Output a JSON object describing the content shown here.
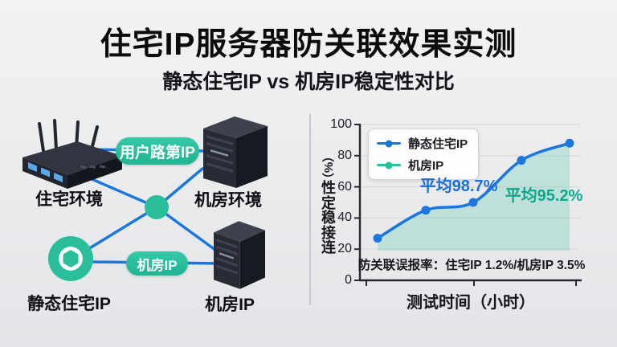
{
  "header": {
    "title": "住宅IP服务器防关联效果实测",
    "subtitle": "静态住宅IP vs 机房IP稳定性对比"
  },
  "diagram": {
    "labels": {
      "residential_env": "住宅环境",
      "datacenter_env": "机房环境",
      "static_residential_ip": "静态住宅IP",
      "datacenter_ip": "机房IP"
    },
    "pills": {
      "user_router_ip": "用户路第IP",
      "datacenter_ip": "机房IP"
    },
    "colors": {
      "link_blue": "#1b77dd",
      "node_green": "#2abf9b"
    }
  },
  "chart_data": {
    "type": "line",
    "xlabel": "测试时间（小时）",
    "ylabel": "连接稳定性（%）",
    "ylabel_display": {
      "unit": "（%）",
      "chars": [
        "性",
        "定",
        "稳",
        "接",
        "连"
      ]
    },
    "ylim": [
      0,
      100
    ],
    "yticks": [
      0,
      20,
      40,
      60,
      80,
      100
    ],
    "grid": true,
    "legend_position": "top-left",
    "series": [
      {
        "name": "静态住宅IP",
        "style": "line+markers",
        "color": "#1b77dd",
        "values": [
          27,
          45,
          50,
          77,
          88
        ]
      },
      {
        "name": "机房IP",
        "style": "area",
        "color": "#2abf9b",
        "values": [
          27,
          45,
          50,
          77,
          88
        ]
      }
    ],
    "annotations": [
      {
        "text": "平均98.7%",
        "color": "#1a6fd9"
      },
      {
        "text": "平均95.2%",
        "color": "#0ca88a"
      }
    ],
    "note": "防关联误报率：住宅IP 1.2%/机房IP 3.5%"
  }
}
